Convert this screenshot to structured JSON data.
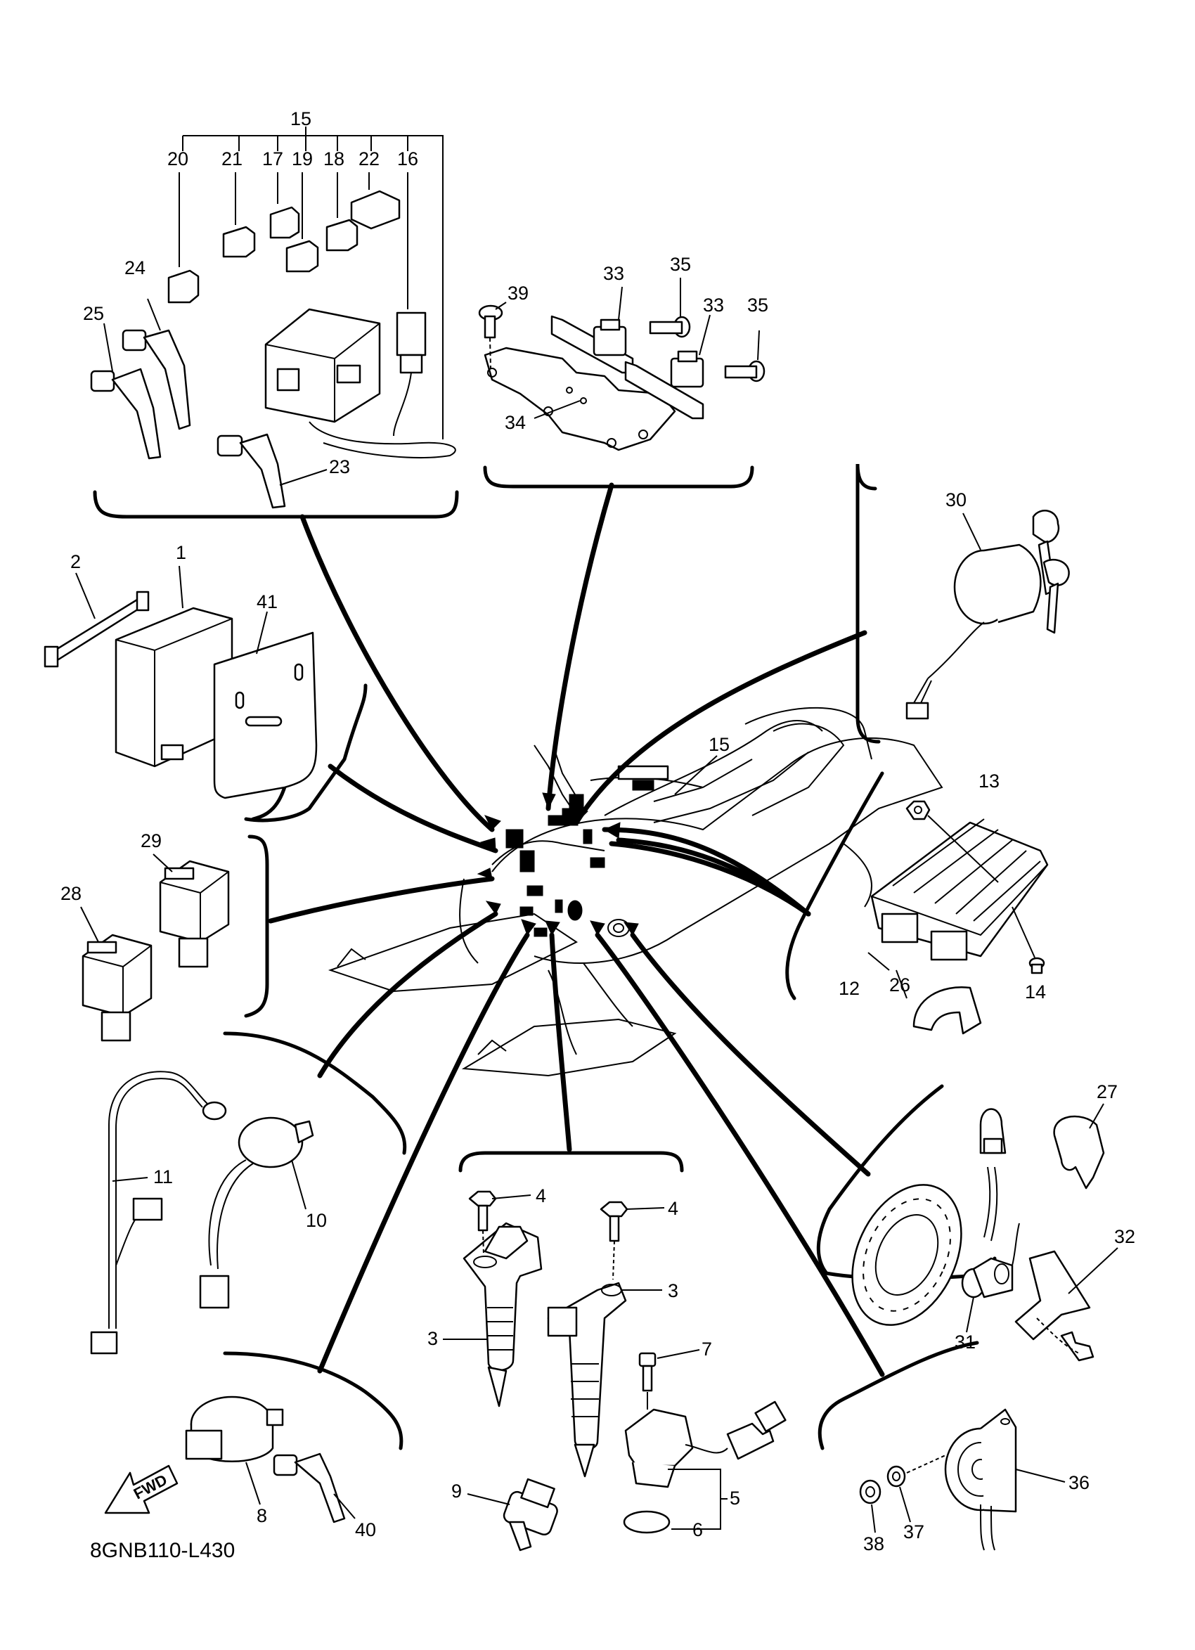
{
  "diagram_code": "8GNB110-L430",
  "fwd_arrow_label": "FWD",
  "part_labels": {
    "p1": "1",
    "p2": "2",
    "p3a": "3",
    "p3b": "3",
    "p4a": "4",
    "p4b": "4",
    "p5": "5",
    "p6": "6",
    "p7": "7",
    "p8": "8",
    "p9": "9",
    "p10": "10",
    "p11": "11",
    "p12": "12",
    "p13": "13",
    "p14": "14",
    "p15top": "15",
    "p15mid": "15",
    "p16": "16",
    "p17": "17",
    "p18": "18",
    "p19": "19",
    "p20": "20",
    "p21": "21",
    "p22": "22",
    "p23": "23",
    "p24": "24",
    "p25": "25",
    "p26": "26",
    "p27": "27",
    "p28": "28",
    "p29": "29",
    "p30": "30",
    "p31": "31",
    "p32": "32",
    "p33a": "33",
    "p33b": "33",
    "p34": "34",
    "p35a": "35",
    "p35b": "35",
    "p36": "36",
    "p37": "37",
    "p38": "38",
    "p39": "39",
    "p40": "40",
    "p41": "41"
  }
}
